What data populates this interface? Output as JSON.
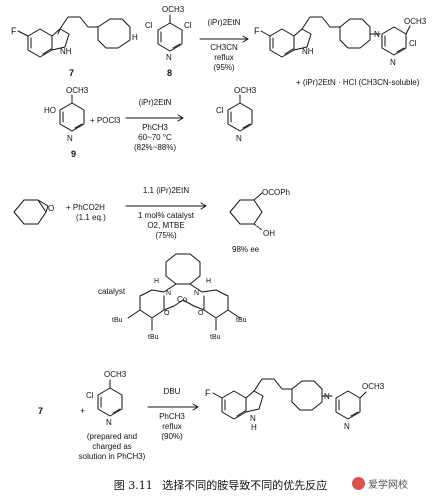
{
  "reactions": [
    {
      "labels": {
        "reactant_a": "7",
        "reactant_b": "8"
      },
      "atoms": {
        "F": "F",
        "NH": "NH",
        "H": "H",
        "N": "N",
        "Cl": "Cl",
        "OMe": "OCH3"
      },
      "conditions": {
        "above": "(iPr)2EtN",
        "below1": "CH3CN",
        "below2": "reflux",
        "below3": "(95%)"
      },
      "byproduct": "+ (iPr)2EtN · HCl (CH3CN-soluble)"
    },
    {
      "labels": {
        "reactant": "9"
      },
      "atoms": {
        "HO": "HO",
        "OMe": "OCH3",
        "N": "N",
        "Cl": "Cl"
      },
      "reagent": "+ POCl3",
      "conditions": {
        "above": "(iPr)2EtN",
        "below1": "PhCH3",
        "below2": "60~70 °C",
        "below3": "(82%~88%)"
      }
    },
    {
      "atoms": {
        "O": "O",
        "OCOPh": "OCOPh",
        "OH": "OH"
      },
      "reagent": "+ PhCO2H",
      "reagent_eq": "(1.1 eq.)",
      "conditions": {
        "above": "1.1 (iPr)2EtN",
        "below1": "1 mol% catalyst",
        "below2": "O2, MTBE",
        "below3": "(75%)"
      },
      "ee": "98% ee"
    },
    {
      "catalyst_label": "catalyst",
      "atoms": {
        "H": "H",
        "N": "N",
        "Co": "Co",
        "O": "O",
        "tBu": "tBu"
      }
    },
    {
      "labels": {
        "reactant": "7"
      },
      "plus": "+",
      "atoms": {
        "OMe": "OCH3",
        "Cl": "Cl",
        "N": "N",
        "F": "F",
        "H": "H"
      },
      "note1": "(prepared and",
      "note2": "charged as",
      "note3": "solution in PhCH3)",
      "conditions": {
        "above": "DBU",
        "below1": "PhCH3",
        "below2": "reflux",
        "below3": "(90%)"
      }
    }
  ],
  "caption": {
    "number": "图 3.11",
    "text": "选择不同的胺导致不同的优先反应"
  },
  "watermark": "爱学网校"
}
